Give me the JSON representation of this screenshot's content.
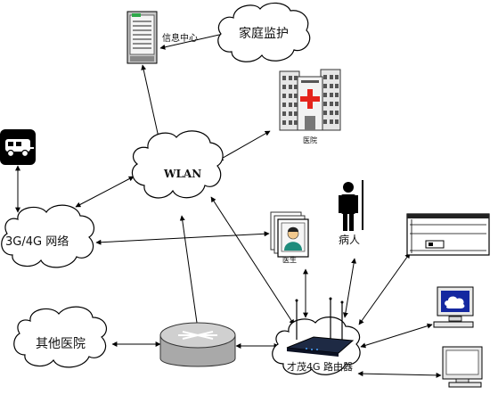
{
  "nodes": {
    "info_center": "信息中心",
    "home_monitor": "家庭监护",
    "hospital": "医院",
    "wlan": "WLAN",
    "network_3g4g": "3G/4G 网络",
    "doctor": "医生",
    "patient": "病人",
    "other_hospital": "其他医院",
    "router": "才茂4G 路由器"
  },
  "icons": {
    "server": "server-icon",
    "ambulance": "ambulance-icon",
    "hospital_building": "hospital-building-icon",
    "doctor_card": "doctor-card-icon",
    "patient_figure": "person-icon",
    "switch": "network-switch-icon",
    "router": "router-icon",
    "monitor_device": "medical-monitor-icon",
    "computer_cloud": "computer-icon",
    "computer_blank": "computer-icon"
  },
  "colors": {
    "line": "#000000",
    "cross": "#e4241c",
    "doctor_face": "#1f8c7c",
    "computer_screen": "#1428a0"
  }
}
